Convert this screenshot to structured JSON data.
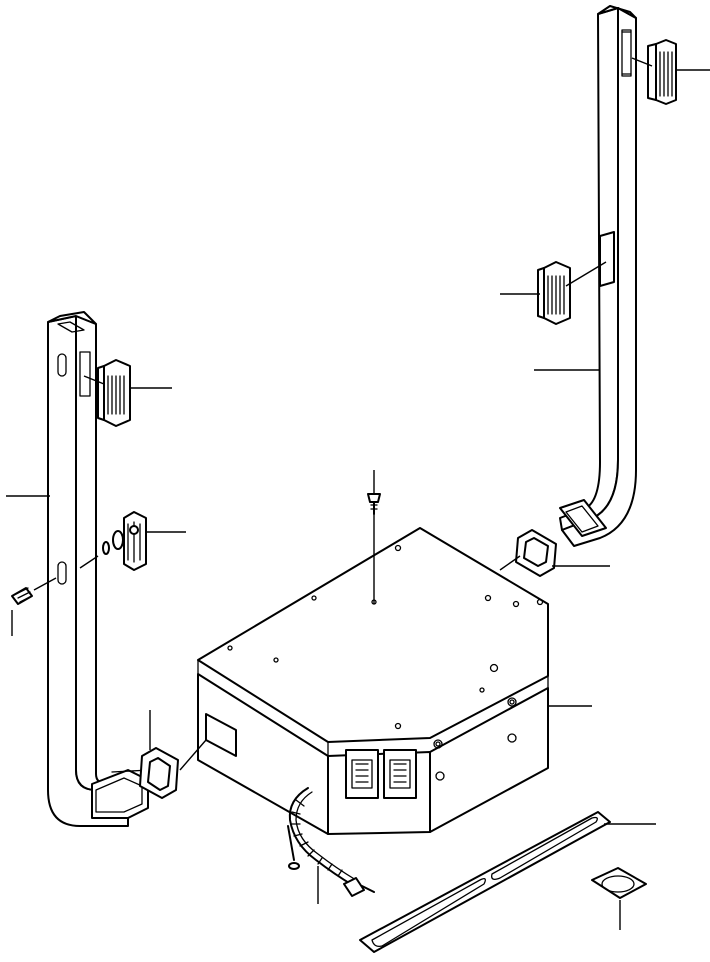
{
  "diagram": {
    "kind": "exploded-parts-view",
    "background": "#ffffff",
    "ink": "#000000",
    "parts": [
      "right-duct",
      "left-duct",
      "right-top-grille",
      "right-middle-grille",
      "left-upper-grille",
      "left-middle-grille",
      "nut-washer",
      "left-bolt",
      "top-screw",
      "right-gasket",
      "left-gasket",
      "unit-housing",
      "wire-harness",
      "bottom-plate",
      "small-cover"
    ],
    "callout_count": 15
  }
}
